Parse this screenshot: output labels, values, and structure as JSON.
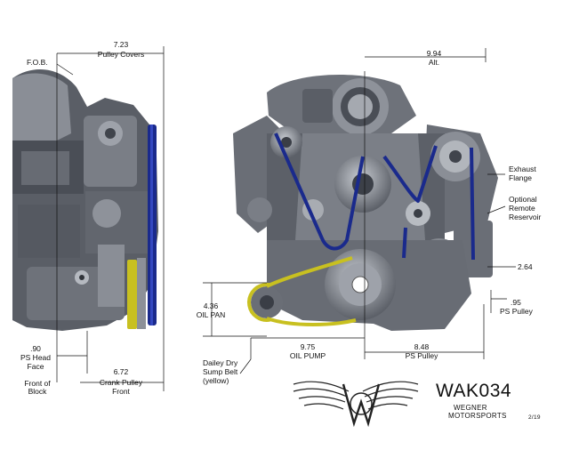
{
  "dimensions": {
    "pulley_covers_value": "7.23",
    "pulley_covers_label": "Pulley Covers",
    "fob": "F.O.B.",
    "alt_value": "9.94",
    "alt_label": "Alt.",
    "ps_head_face_value": ".90",
    "ps_head_face_label1": "PS Head",
    "ps_head_face_label2": "Face",
    "front_of_block1": "Front of",
    "front_of_block2": "Block",
    "crank_pulley_value": "6.72",
    "crank_pulley_label1": "Crank Pulley",
    "crank_pulley_label2": "Front",
    "oil_pan_value": "4.36",
    "oil_pan_label": "OIL PAN",
    "oil_pump_value": "9.75",
    "oil_pump_label": "OIL PUMP",
    "ps_pulley_horiz_value": "8.48",
    "ps_pulley_horiz_label": "PS Pulley",
    "dim_264": "2.64",
    "ps_pulley_vert_value": ".95",
    "ps_pulley_vert_label": "PS Pulley"
  },
  "callouts": {
    "exhaust1": "Exhaust",
    "exhaust2": "Flange",
    "reservoir1": "Optional",
    "reservoir2": "Remote",
    "reservoir3": "Reservoir",
    "dailey1": "Dailey Dry",
    "dailey2": "Sump Belt",
    "dailey3": "(yellow)"
  },
  "title_block": {
    "part_number": "WAK034",
    "company1": "WEGNER",
    "company2": "MOTORSPORTS",
    "date": "2/19"
  },
  "colors": {
    "belt": "#1a2a8c",
    "dry_sump_belt": "#c8c020",
    "engine_dark": "#4a4e56",
    "engine_mid": "#7a7f88",
    "engine_light": "#a7abb2"
  }
}
